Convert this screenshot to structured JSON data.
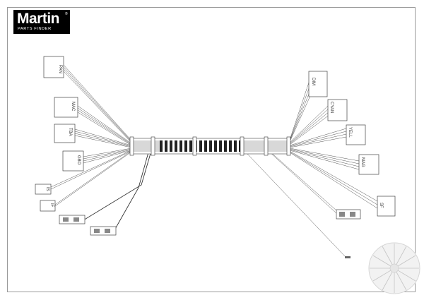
{
  "logo": {
    "brand": "Martin",
    "subtitle": "PARTS FINDER"
  },
  "connectors": {
    "left": [
      "PAN",
      "MAC",
      "TBA",
      "GBO",
      "IS",
      "IF"
    ],
    "right": [
      "DIM",
      "CYAN",
      "YELL",
      "MAG",
      "SF"
    ]
  }
}
